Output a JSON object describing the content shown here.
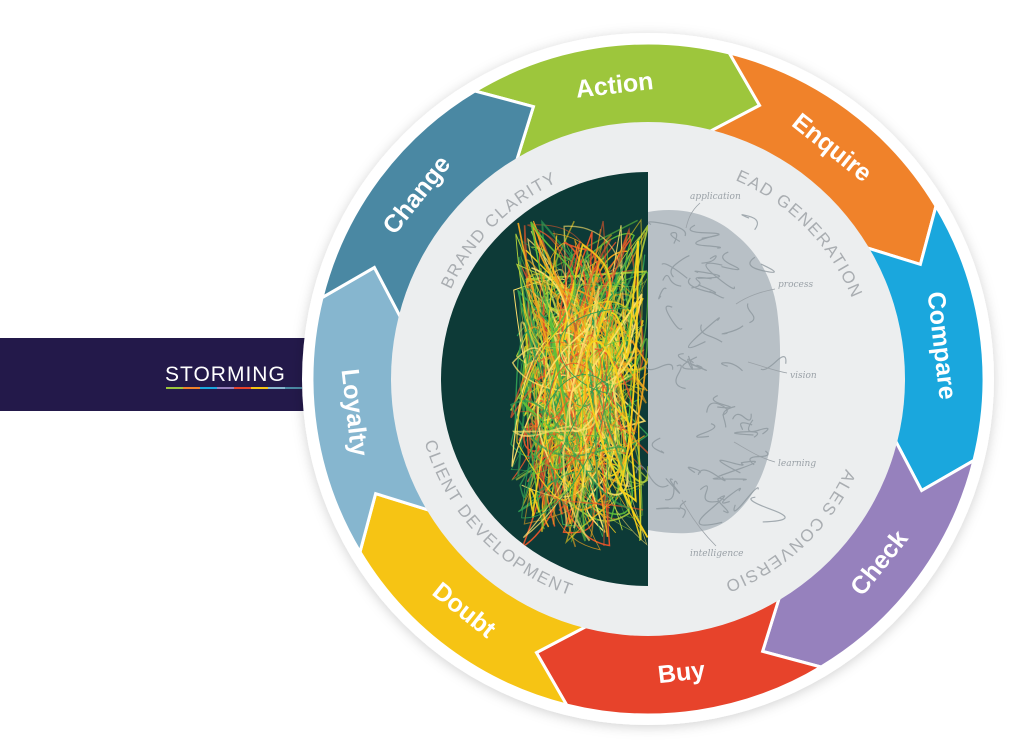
{
  "logo": {
    "text": "STORMING",
    "mark": "®"
  },
  "cycle": [
    {
      "label": "Action",
      "color": "#9dc63c"
    },
    {
      "label": "Enquire",
      "color": "#f0822a"
    },
    {
      "label": "Compare",
      "color": "#1aa7dd"
    },
    {
      "label": "Check",
      "color": "#9681bd"
    },
    {
      "label": "Buy",
      "color": "#e7432b"
    },
    {
      "label": "Doubt",
      "color": "#f6c414"
    },
    {
      "label": "Loyalty",
      "color": "#86b6cf"
    },
    {
      "label": "Change",
      "color": "#4a88a3"
    }
  ],
  "inner_labels": [
    "BRAND CLARITY",
    "LEAD GENERATION",
    "SALES CONVERSION",
    "CLIENT DEVELOPMENT"
  ],
  "brain_labels": [
    "application",
    "process",
    "vision",
    "learning",
    "intelligence"
  ],
  "colors": {
    "banner": "#23194a",
    "ring_background": "#eceeef",
    "left_panel": "#0d3a37",
    "brain": "#b8c0c6"
  }
}
